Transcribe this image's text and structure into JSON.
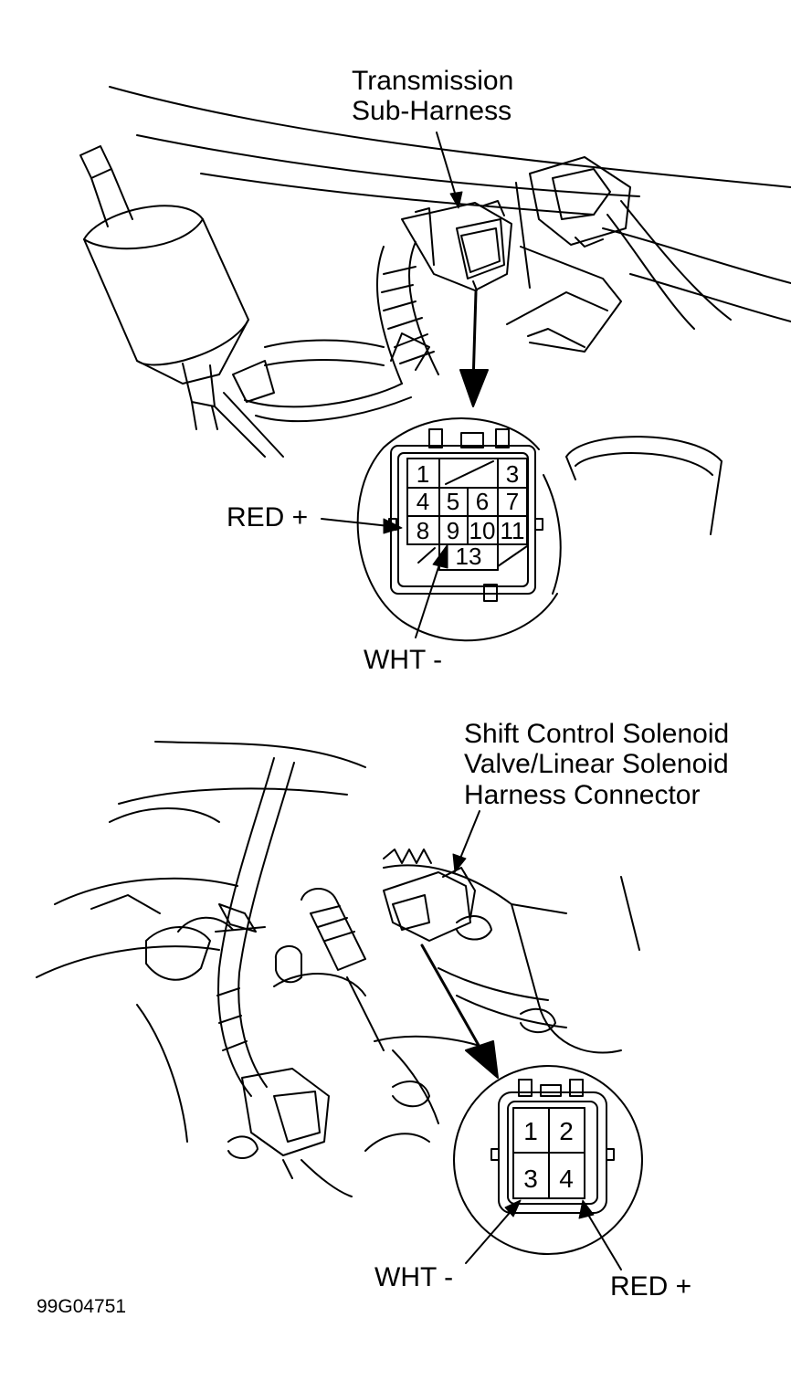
{
  "top_view": {
    "callout_line1": "Transmission",
    "callout_line2": "Sub-Harness",
    "connector_pins": [
      {
        "label": "1"
      },
      {
        "label": "3"
      },
      {
        "label": "4"
      },
      {
        "label": "5"
      },
      {
        "label": "6"
      },
      {
        "label": "7"
      },
      {
        "label": "8"
      },
      {
        "label": "9"
      },
      {
        "label": "10"
      },
      {
        "label": "11"
      },
      {
        "label": "13"
      }
    ],
    "positive_lead": "RED +",
    "negative_lead": "WHT -"
  },
  "bottom_view": {
    "callout_line1": "Shift Control Solenoid",
    "callout_line2": "Valve/Linear Solenoid",
    "callout_line3": "Harness Connector",
    "connector_pins": [
      {
        "label": "1"
      },
      {
        "label": "2"
      },
      {
        "label": "3"
      },
      {
        "label": "4"
      }
    ],
    "negative_lead": "WHT -",
    "positive_lead": "RED +"
  },
  "figure_id": "99G04751"
}
